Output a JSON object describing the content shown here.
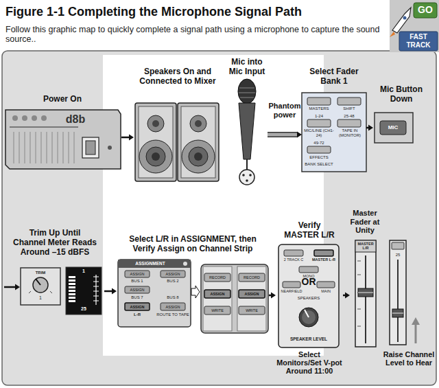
{
  "diagram": {
    "title": "Figure 1-1 Completing the Microphone Signal Path",
    "caption": "Follow this graphic map to quickly complete a signal path using a microphone to capture the sound source..",
    "nodes": [
      {
        "text": [
          "Power On"
        ]
      },
      {
        "text": [
          "Speakers On and Connected to Mixer"
        ]
      },
      {
        "text": [
          "Mic into Mic Input"
        ]
      },
      {
        "text": [
          "Select Fader Bank 1"
        ]
      },
      {
        "text": [
          "Mic Button Down"
        ]
      },
      {
        "text": [
          "Trim Up Until Channel Meter Reads Around –15 dBFS"
        ]
      },
      {
        "text": [
          "Select L/R in ASSIGNMENT, then Verify Assign on Channel Strip"
        ]
      },
      {
        "text": [
          "Verify MASTER L/R",
          "Select Monitors/Set V-pot Around 11:00"
        ]
      },
      {
        "text": [
          "Master Fader at Unity"
        ]
      },
      {
        "text": [
          "Raise Channel Level to Hear"
        ]
      }
    ],
    "edges": [
      {
        "from": 0,
        "to": 1,
        "arrow": "to"
      },
      {
        "from": 2,
        "to": 3,
        "label": "Phantom power",
        "arrow": "to"
      },
      {
        "from": 3,
        "to": 4,
        "arrow": "to"
      },
      {
        "from": 5,
        "to": 6,
        "arrow": "to"
      },
      {
        "from": 6,
        "to": 7,
        "arrow": "to"
      },
      {
        "from": 7,
        "to": 8,
        "arrow": "to"
      }
    ],
    "labels": [
      "GO",
      "FAST TRACK",
      "d8b",
      "MASTERS",
      "SHIFT",
      "1-24",
      "25-48",
      "MIC/LINE (CH1-24)",
      "TAPE IN (MONITOR)",
      "49-72",
      "EFFECTS",
      "BANK SELECT",
      "MIC",
      "TRIM",
      "1",
      "1",
      "25",
      "ASSIGNMENT",
      "ASSIGN",
      "ASSIGN",
      "BUS 1",
      "BUS 2",
      "ASSIGN",
      "BUS 7",
      "BUS 8",
      "ASSIGN",
      "ASSIGN",
      "L-R",
      "ROUTE TO TAPE",
      "RECORD",
      "RECORD",
      "ASSIGN",
      "ASSIGN",
      "WRITE",
      "WRITE",
      "2 TRACK C",
      "MASTER L-R",
      "MONO",
      "NEARFIELD",
      "OR",
      "MAIN",
      "SPEAKERS",
      "SPEAKER LEVEL",
      "MASTER L/R",
      "25"
    ]
  }
}
